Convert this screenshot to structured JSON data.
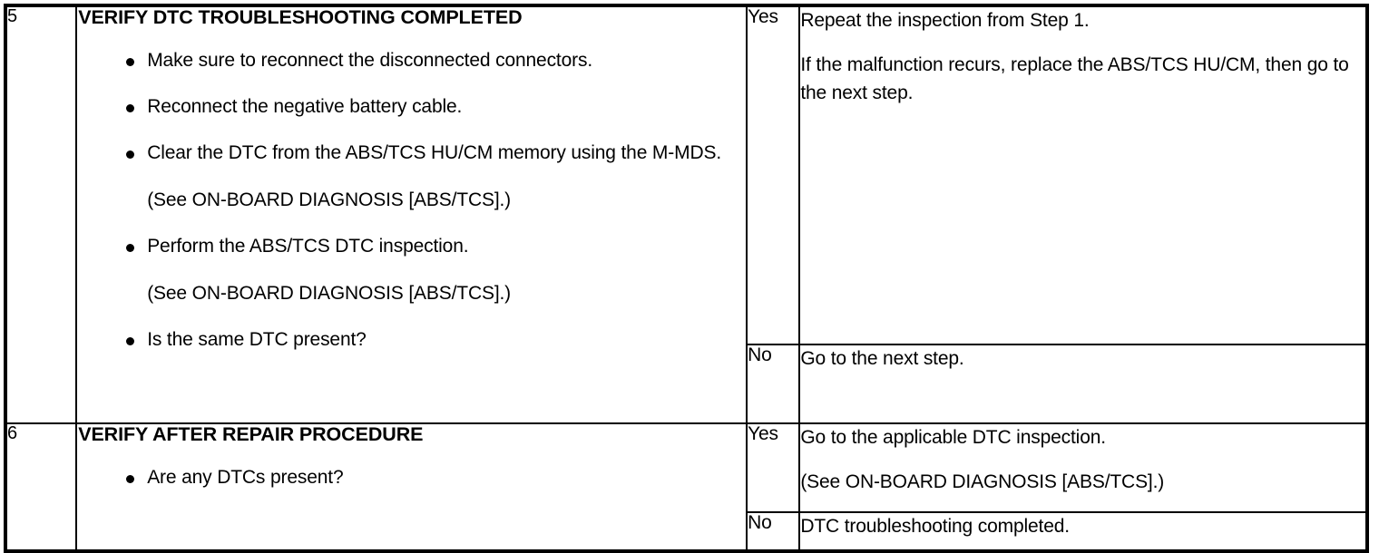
{
  "document": {
    "type": "diagnostic-troubleshooting-table",
    "columns": [
      "step",
      "action",
      "answer",
      "result"
    ]
  },
  "rows": [
    {
      "step": "5",
      "title": "VERIFY DTC TROUBLESHOOTING COMPLETED",
      "items": [
        {
          "kind": "bullet",
          "text": "Make sure to reconnect the disconnected connectors."
        },
        {
          "kind": "bullet",
          "text": "Reconnect the negative battery cable."
        },
        {
          "kind": "bullet",
          "text": "Clear the DTC from the ABS/TCS HU/CM memory using the M-MDS."
        },
        {
          "kind": "note",
          "text": "(See ON-BOARD DIAGNOSIS [ABS/TCS].)"
        },
        {
          "kind": "bullet",
          "text": "Perform the ABS/TCS DTC inspection."
        },
        {
          "kind": "note",
          "text": "(See ON-BOARD DIAGNOSIS [ABS/TCS].)"
        },
        {
          "kind": "bullet",
          "text": "Is the same DTC present?"
        }
      ],
      "yes": {
        "label": "Yes",
        "lines": [
          "Repeat the inspection from Step 1.",
          "If the malfunction recurs, replace the ABS/TCS HU/CM, then go to the next step."
        ]
      },
      "no": {
        "label": "No",
        "lines": [
          "Go to the next step."
        ]
      }
    },
    {
      "step": "6",
      "title": "VERIFY AFTER REPAIR PROCEDURE",
      "items": [
        {
          "kind": "bullet",
          "text": "Are any DTCs present?"
        }
      ],
      "yes": {
        "label": "Yes",
        "lines": [
          "Go to the applicable DTC inspection.",
          "(See ON-BOARD DIAGNOSIS [ABS/TCS].)"
        ]
      },
      "no": {
        "label": "No",
        "lines": [
          "DTC troubleshooting completed."
        ]
      }
    }
  ]
}
